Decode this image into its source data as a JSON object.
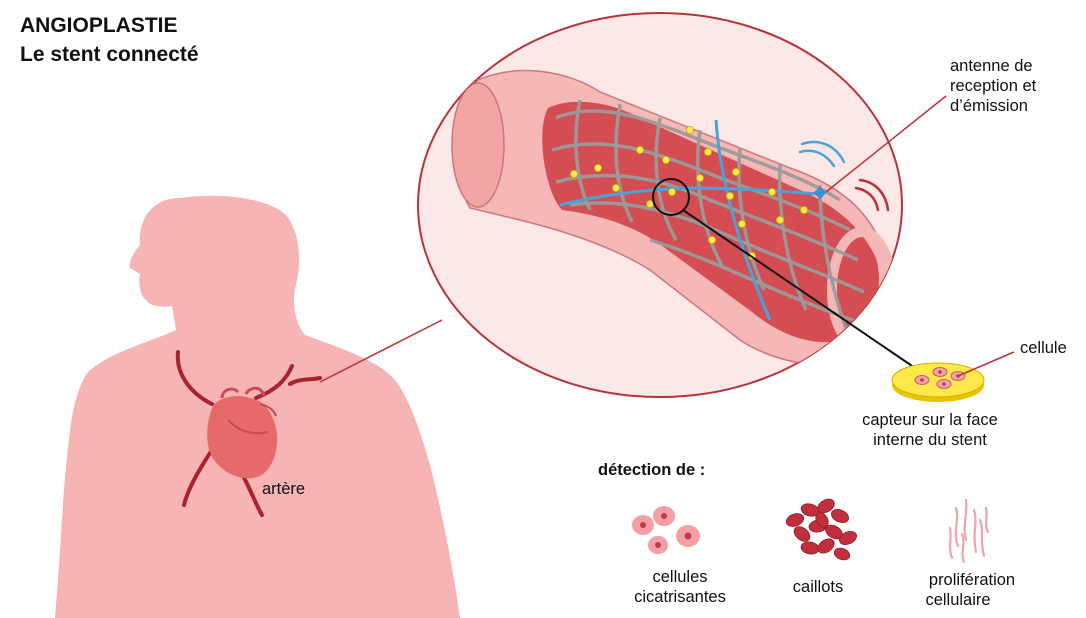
{
  "header": {
    "title": "ANGIOPLASTIE",
    "subtitle": "Le stent connecté"
  },
  "labels": {
    "antenna": [
      "antenne de",
      "reception et",
      "d’émission"
    ],
    "cell": "cellule",
    "sensor": [
      "capteur sur la face",
      "interne du stent"
    ],
    "artery": "artère"
  },
  "detection": {
    "heading": "détection de :",
    "items": [
      {
        "icon": "scar-cells-icon",
        "label": [
          "cellules",
          "cicatrisantes"
        ]
      },
      {
        "icon": "blood-clots-icon",
        "label": [
          "caillots"
        ]
      },
      {
        "icon": "cell-proliferation-icon",
        "label": [
          "prolifération",
          "cellulaire"
        ]
      }
    ]
  },
  "colors": {
    "body": "#f6b4b4",
    "vessel_wall": "#f5b8b6",
    "vessel_inner": "#d44d52",
    "heart": "#e66a6a",
    "artery_line": "#a8242d",
    "stent_mesh": "#9b9b9b",
    "stent_blue": "#4aa3d8",
    "node_yellow": "#ffe94a",
    "bubble_fill": "#fde8e8",
    "bubble_border": "#b8323a"
  }
}
